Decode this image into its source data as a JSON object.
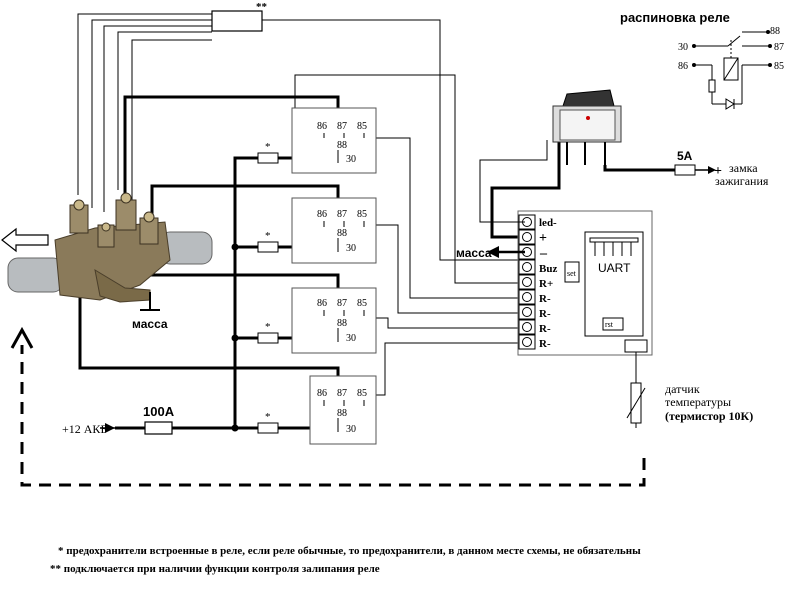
{
  "title_relay_pinout": "распиновка реле",
  "pinout": {
    "pin30": "30",
    "pin87": "87",
    "pin86": "86",
    "pin85": "85",
    "pin88": "88"
  },
  "relays": [
    {
      "p86": "86",
      "p87": "87",
      "p85": "85",
      "p88": "88",
      "p30": "30"
    },
    {
      "p86": "86",
      "p87": "87",
      "p85": "85",
      "p88": "88",
      "p30": "30"
    },
    {
      "p86": "86",
      "p87": "87",
      "p85": "85",
      "p88": "88",
      "p30": "30"
    },
    {
      "p86": "86",
      "p87": "87",
      "p85": "85",
      "p88": "88",
      "p30": "30"
    }
  ],
  "fuse_marks": {
    "star": "*",
    "double_star": "**"
  },
  "controller": {
    "terminals": [
      "led-",
      "+",
      "–",
      "Buz",
      "R+",
      "R-",
      "R-",
      "R-",
      "R-"
    ],
    "set_label": "set",
    "uart_label": "UART",
    "rst_label": "rst"
  },
  "labels": {
    "massa_top": "масса",
    "massa_valve": "масса",
    "fuse_5a": "5А",
    "ignition_plus": "+",
    "ignition_line1": "замка",
    "ignition_line2": "зажигания",
    "fuse_100a": "100А",
    "battery": "+12 АКБ",
    "sensor_line1": "датчик",
    "sensor_line2": "температуры",
    "sensor_line3": "(термистор 10К)"
  },
  "footnotes": {
    "note1": "* предохранители встроенные в реле, если реле обычные, то предохранители, в данном месте схемы, не обязательны",
    "note2": "** подключается при наличии функции контроля залипания реле"
  }
}
